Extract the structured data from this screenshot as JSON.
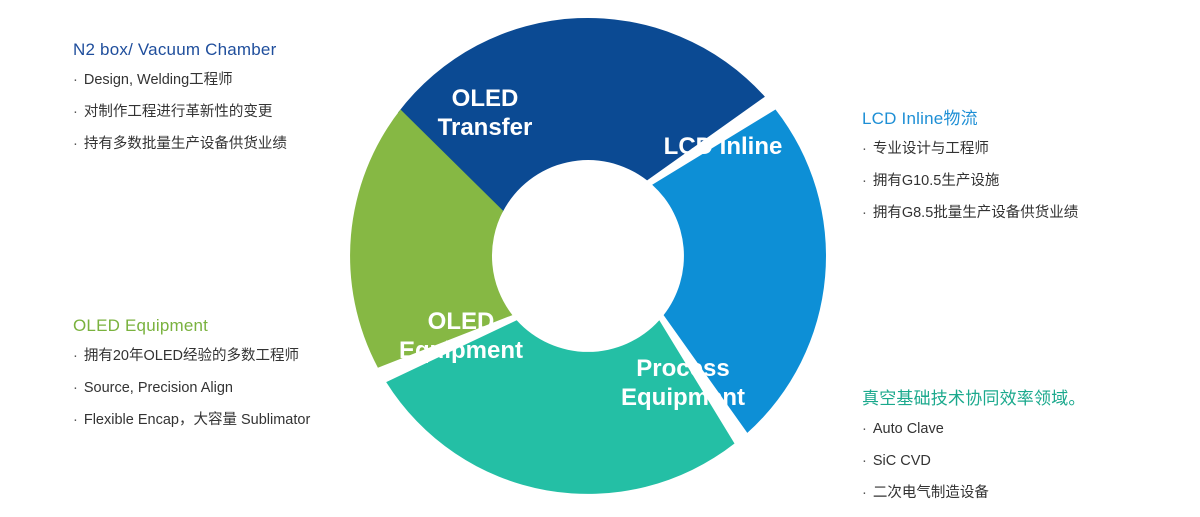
{
  "colors": {
    "oled_transfer": "#0B4A93",
    "lcd_inline": "#0D8FD6",
    "process_equipment": "#24BFA5",
    "oled_equipment": "#86B844",
    "heading_blue_dark": "#1F4E9C",
    "heading_blue": "#1E8FD5",
    "heading_green": "#7AB23E",
    "heading_teal": "#1BA98D"
  },
  "cycle": {
    "segments": [
      {
        "key": "oled_transfer",
        "line1": "OLED",
        "line2": "Transfer"
      },
      {
        "key": "lcd_inline",
        "line1": "LCD Inline",
        "line2": ""
      },
      {
        "key": "process_equipment",
        "line1": "Process",
        "line2": "Equipment"
      },
      {
        "key": "oled_equipment",
        "line1": "OLED",
        "line2": "Equipment"
      }
    ]
  },
  "blocks": {
    "n2_box": {
      "heading": "N2 box/ Vacuum Chamber",
      "items": [
        "Design, Welding工程师",
        "对制作工程进行革新性的变更",
        "持有多数批量生产设备供货业绩"
      ]
    },
    "lcd_inline": {
      "heading": "LCD Inline物流",
      "items": [
        "专业设计与工程师",
        "拥有G10.5生产设施",
        "拥有G8.5批量生产设备供货业绩"
      ]
    },
    "oled_equipment": {
      "heading": "OLED Equipment",
      "items": [
        "拥有20年OLED经验的多数工程师",
        "Source, Precision Align",
        "Flexible Encap，大容量 Sublimator"
      ]
    },
    "vacuum": {
      "heading": "真空基础技术协同效率领域。",
      "items": [
        "Auto Clave",
        "SiC CVD",
        "二次电气制造设备"
      ]
    }
  }
}
